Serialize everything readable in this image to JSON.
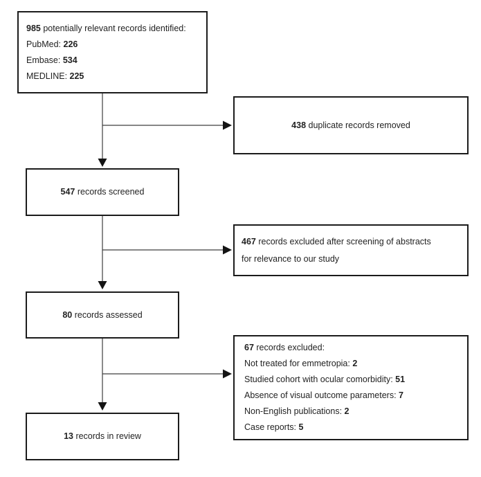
{
  "colors": {
    "background": "#ffffff",
    "box_border": "#1b1b1b",
    "text": "#222222",
    "arrow_line": "#3d3d3d",
    "arrow_head": "#141414"
  },
  "boxes": {
    "identified": {
      "lines": [
        {
          "bold": "985",
          "tail": " potentially relevant records identified:"
        },
        {
          "lead": "PubMed: ",
          "bold": "226"
        },
        {
          "lead": "Embase: ",
          "bold": "534"
        },
        {
          "lead": "MEDLINE: ",
          "bold": "225"
        }
      ]
    },
    "duplicates": {
      "lines": [
        {
          "bold": "438",
          "tail": " duplicate records removed"
        }
      ]
    },
    "screened": {
      "lines": [
        {
          "bold": "547",
          "tail": " records screened"
        }
      ]
    },
    "excluded_screening": {
      "lines": [
        {
          "bold": "467",
          "tail": " records excluded after screening of abstracts"
        },
        {
          "lead": "for relevance to our study"
        }
      ]
    },
    "assessed": {
      "lines": [
        {
          "bold": "80",
          "tail": " records assessed"
        }
      ]
    },
    "excluded_assessment": {
      "lines": [
        {
          "bold": "67",
          "tail": " records excluded:"
        },
        {
          "lead": "Not treated for emmetropia: ",
          "bold": "2"
        },
        {
          "lead": "Studied cohort with ocular comorbidity: ",
          "bold": "51"
        },
        {
          "lead": "Absence of visual outcome parameters: ",
          "bold": "7"
        },
        {
          "lead": "Non-English publications: ",
          "bold": "2"
        },
        {
          "lead": "Case reports: ",
          "bold": "5"
        }
      ]
    },
    "review": {
      "lines": [
        {
          "bold": "13",
          "tail": " records in review"
        }
      ]
    }
  }
}
